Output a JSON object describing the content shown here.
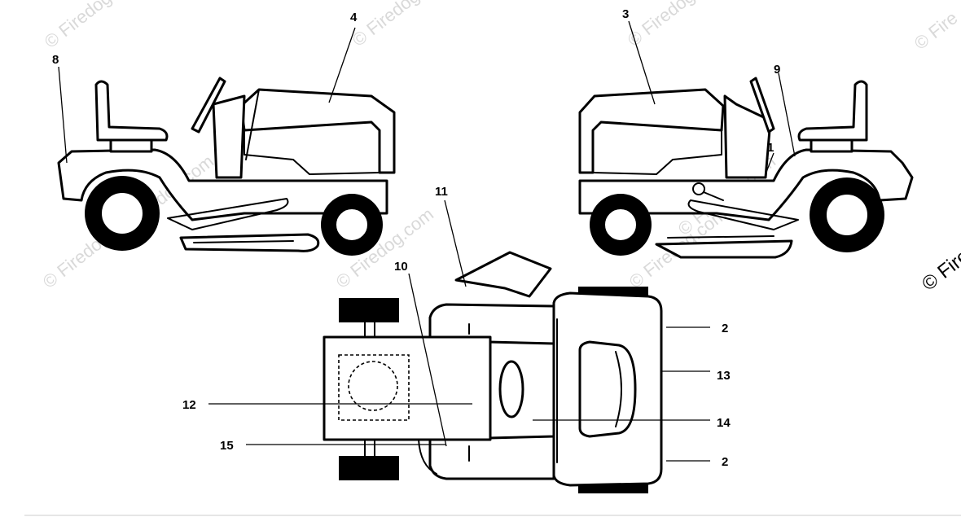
{
  "watermarks": [
    "© Firedog.com",
    "© Firedog.com",
    "© Firedog.com",
    "© Firedog.com",
    "© Firedog.com",
    "© Firedog.com",
    "© Firedog.com",
    "© Firedog.com",
    "© Fire",
    "© Fire"
  ],
  "callouts": {
    "c1": "1",
    "c2a": "2",
    "c2b": "2",
    "c3": "3",
    "c4": "4",
    "c8": "8",
    "c9": "9",
    "c10": "10",
    "c11": "11",
    "c12": "12",
    "c13": "13",
    "c14": "14",
    "c15": "15"
  }
}
